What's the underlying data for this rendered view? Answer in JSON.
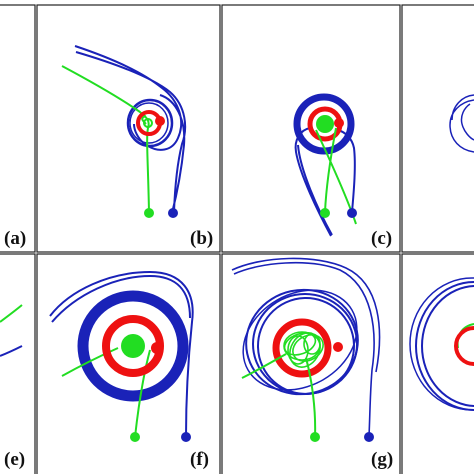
{
  "figure": {
    "colors": {
      "blue": "#1a22b8",
      "red": "#ee1111",
      "green": "#22dd22",
      "frame": "#222222"
    },
    "panels": [
      {
        "label": "(a)"
      },
      {
        "label": "(b)"
      },
      {
        "label": "(c)"
      },
      {
        "label": ""
      },
      {
        "label": "(e)"
      },
      {
        "label": "(f)"
      },
      {
        "label": "(g)"
      },
      {
        "label": ""
      }
    ]
  }
}
